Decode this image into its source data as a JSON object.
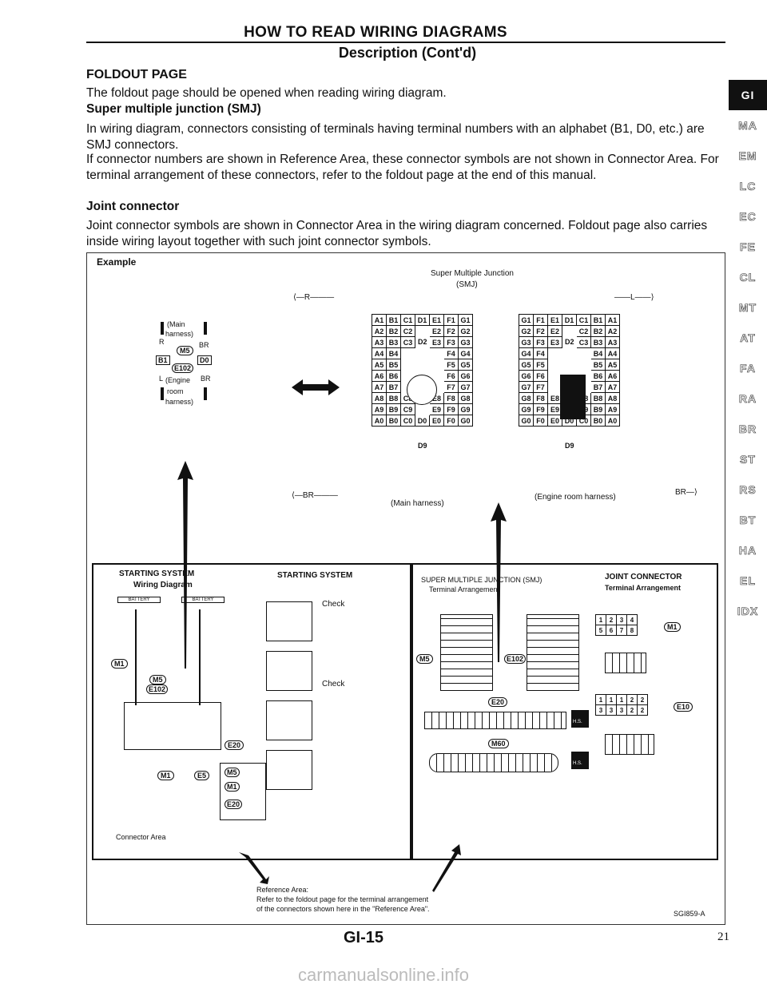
{
  "header": {
    "title": "HOW TO READ WIRING DIAGRAMS",
    "subtitle": "Description (Cont'd)"
  },
  "section": {
    "heading": "FOLDOUT PAGE",
    "intro": "The foldout page should be opened when reading wiring diagram.",
    "smj_heading": "Super multiple junction (SMJ)",
    "smj_p1": "In wiring diagram, connectors consisting of terminals having terminal numbers with an alphabet (B1, D0, etc.) are SMJ connectors.",
    "smj_p2": "If connector numbers are shown in Reference Area, these connector symbols are not shown in Connector Area. For terminal arrangement of these connectors, refer to the foldout page at the end of this manual.",
    "joint_heading": "Joint connector",
    "joint_p1": "Joint connector symbols are shown in Connector Area in the wiring diagram concerned. Foldout page also carries inside wiring layout together with such joint connector symbols."
  },
  "side_tabs": [
    "GI",
    "MA",
    "EM",
    "LC",
    "EC",
    "FE",
    "CL",
    "MT",
    "AT",
    "FA",
    "RA",
    "BR",
    "ST",
    "RS",
    "BT",
    "HA",
    "EL",
    "IDX"
  ],
  "example": {
    "label": "Example",
    "smj_title": "Super Multiple Junction",
    "smj_title2": "(SMJ)",
    "wire_r": "R",
    "wire_br": "BR",
    "wire_l": "L",
    "wire_br2": "BR",
    "main_harness": "(Main harness)",
    "engine_harness": "(Engine room harness)",
    "left_main": "(Main",
    "left_harness": "harness)",
    "left_r": "R",
    "left_br": "BR",
    "left_m5": "M5",
    "left_b1": "B1",
    "left_d0": "D0",
    "left_e102": "E102",
    "left_l": "L",
    "left_engine": "(Engine",
    "left_br2": "BR",
    "left_room": "room",
    "left_harness2": "harness)",
    "grid_left": [
      [
        "A1",
        "B1",
        "C1",
        "D1",
        "E1",
        "F1",
        "G1"
      ],
      [
        "A2",
        "B2",
        "C2",
        "",
        "E2",
        "F2",
        "G2"
      ],
      [
        "A3",
        "B3",
        "C3",
        "",
        "E3",
        "F3",
        "G3"
      ],
      [
        "A4",
        "B4",
        "",
        "",
        "",
        "F4",
        "G4"
      ],
      [
        "A5",
        "B5",
        "",
        "",
        "",
        "F5",
        "G5"
      ],
      [
        "A6",
        "B6",
        "",
        "",
        "",
        "F6",
        "G6"
      ],
      [
        "A7",
        "B7",
        "",
        "",
        "",
        "F7",
        "G7"
      ],
      [
        "A8",
        "B8",
        "C8",
        "",
        "E8",
        "F8",
        "G8"
      ],
      [
        "A9",
        "B9",
        "C9",
        "",
        "E9",
        "F9",
        "G9"
      ],
      [
        "A0",
        "B0",
        "C0",
        "D0",
        "E0",
        "F0",
        "G0"
      ]
    ],
    "grid_right": [
      [
        "G1",
        "F1",
        "E1",
        "D1",
        "C1",
        "B1",
        "A1"
      ],
      [
        "G2",
        "F2",
        "E2",
        "",
        "C2",
        "B2",
        "A2"
      ],
      [
        "G3",
        "F3",
        "E3",
        "",
        "C3",
        "B3",
        "A3"
      ],
      [
        "G4",
        "F4",
        "",
        "",
        "",
        "B4",
        "A4"
      ],
      [
        "G5",
        "F5",
        "",
        "",
        "",
        "B5",
        "A5"
      ],
      [
        "G6",
        "F6",
        "",
        "",
        "",
        "B6",
        "A6"
      ],
      [
        "G7",
        "F7",
        "",
        "",
        "",
        "B7",
        "A7"
      ],
      [
        "G8",
        "F8",
        "E8",
        "",
        "C8",
        "B8",
        "A8"
      ],
      [
        "G9",
        "F9",
        "E9",
        "",
        "C9",
        "B9",
        "A9"
      ],
      [
        "G0",
        "F0",
        "E0",
        "D0",
        "C0",
        "B0",
        "A0"
      ]
    ],
    "d2": "D2",
    "d9": "D9",
    "book": {
      "left_title": "STARTING SYSTEM",
      "left_sub": "Wiring Diagram",
      "battery": "BATTERY",
      "m1": "M1",
      "m5": "M5",
      "e102": "E102",
      "e20": "E20",
      "e5": "E5",
      "connector_area": "Connector Area",
      "mid_title": "STARTING SYSTEM",
      "check1": "Check",
      "check2": "Check",
      "smj_title": "SUPER MULTIPLE JUNCTION (SMJ)",
      "smj_sub": "Terminal Arrangement",
      "smj_m5": "M5",
      "smj_e102": "E102",
      "smj_e20": "E20",
      "smj_m60": "M60",
      "hs1": "H.S.",
      "hs2": "H.S.",
      "jc_title": "JOINT CONNECTOR",
      "jc_sub": "Terminal Arrangement",
      "jc_m1": "M1",
      "jc_e10": "E10",
      "jc_row1": [
        "1",
        "2",
        "3",
        "4"
      ],
      "jc_row2": [
        "5",
        "6",
        "7",
        "8"
      ],
      "jc_row3": [
        "1",
        "1",
        "1",
        "2",
        "2"
      ],
      "jc_row4": [
        "3",
        "3",
        "3",
        "2",
        "2"
      ]
    },
    "reference": "Reference Area:",
    "reference_p1": "Refer to the foldout page for the terminal arrangement",
    "reference_p2": "of the connectors shown here in the \"Reference Area\".",
    "fig_code": "SGI859-A"
  },
  "footer": {
    "page_code": "GI-15",
    "page_number": "21",
    "watermark": "carmanualsonline.info"
  }
}
